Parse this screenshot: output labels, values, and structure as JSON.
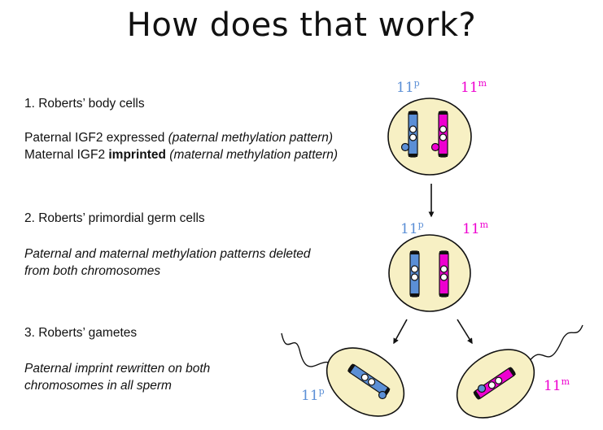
{
  "title": "How does that work?",
  "steps": [
    {
      "heading": "1. Roberts’ body cells",
      "line1_normal": "Paternal IGF2 expressed ",
      "line1_italic": "(paternal methylation pattern)",
      "line2_normal": "Maternal IGF2 ",
      "line2_bold": "imprinted",
      "line2_italic": " (maternal methylation pattern)"
    },
    {
      "heading": "2. Roberts’ primordial germ cells",
      "line1_italic": "Paternal and maternal methylation patterns deleted",
      "line2_italic": "from both chromosomes"
    },
    {
      "heading": "3. Roberts’ gametes",
      "line1_italic": "Paternal imprint rewritten on both",
      "line2_italic": "chromosomes in all sperm"
    }
  ],
  "labels": {
    "chrom": "11",
    "paternal_sup": "p",
    "maternal_sup": "m"
  },
  "colors": {
    "paternal": "#5b8fd6",
    "maternal": "#ee00d0",
    "cell_fill": "#f7f0c4",
    "outline": "#111111"
  }
}
